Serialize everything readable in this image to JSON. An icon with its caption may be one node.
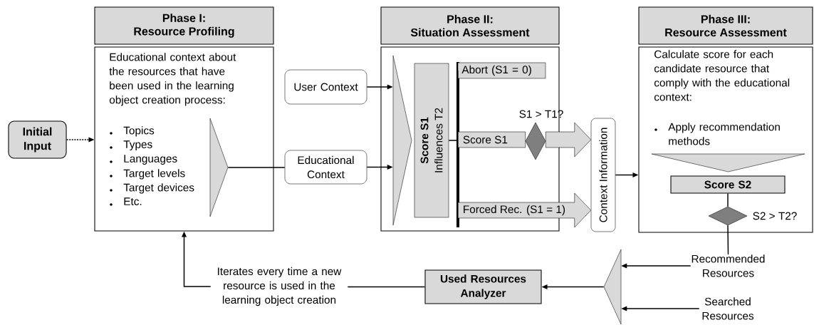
{
  "diagram": {
    "nodes": [
      {
        "text": [
          "Initial Input"
        ]
      },
      {
        "text": [
          "Phase I:",
          "Resource Profiling"
        ]
      },
      {
        "text": [
          "Educational context about the resources that have been used in the learning object creation process:",
          "Topics",
          "Types",
          "Languages",
          "Target levels",
          "Target devices",
          "Etc."
        ]
      },
      {
        "text": [],
        "shape": "triangle",
        "in": 2
      },
      {
        "text": [
          "Phase II:",
          "Situation Assessment"
        ]
      },
      {
        "text": [],
        "shape": "box"
      },
      {
        "text": [
          "User Context"
        ]
      },
      {
        "text": [
          "Educational Context"
        ]
      },
      {
        "text": [],
        "shape": "triangle",
        "in": 5
      },
      {
        "text": [
          "Score S1",
          "Influences T2"
        ],
        "in": 5
      },
      {
        "text": [
          "Abort (S1 = 0)"
        ],
        "in": 5
      },
      {
        "text": [],
        "shape": "diamond",
        "beside": [
          "S1 > T1?"
        ],
        "in": 5
      },
      {
        "text": [
          "Context Information"
        ]
      },
      {
        "text": [
          "Phase III:",
          "Resource Assessment"
        ]
      },
      {
        "text": [
          "Calculate score for each candidate resource that comply with the educational context:",
          "Apply recommendation methods"
        ]
      },
      {
        "text": [],
        "shape": "triangle",
        "in": 14
      },
      {
        "text": [
          "Score S2"
        ],
        "in": 14
      },
      {
        "text": [],
        "shape": "diamond",
        "beside": [
          "S2 > T2?"
        ],
        "in": 14
      },
      {
        "text": [
          "Recommended Resources"
        ]
      },
      {
        "text": [
          "Searched Resources"
        ]
      },
      {
        "text": [],
        "shape": "triangle"
      },
      {
        "text": [
          "Used Resources Analyzer"
        ]
      },
      {
        "text": [
          "Iterates every time a new resource is used in the learning object creation"
        ]
      }
    ],
    "edges": [
      {
        "from": 0,
        "to": 2,
        "arrow": "to",
        "style": "dashed"
      },
      {
        "from": 3,
        "to": 7,
        "arrow": "none"
      },
      {
        "from": 6,
        "to": 8,
        "arrow": "to"
      },
      {
        "from": 7,
        "to": 8,
        "arrow": "to"
      },
      {
        "from": 9,
        "to": 10,
        "arrow": "none"
      },
      {
        "from": 9,
        "to": 11,
        "arrow": "none",
        "style": "thick",
        "label": "Score S1"
      },
      {
        "from": 11,
        "to": 12,
        "arrow": "to",
        "style": "thick"
      },
      {
        "from": 9,
        "to": 12,
        "arrow": "to",
        "style": "thick",
        "label": "Forced Rec. (S1 = 1)"
      },
      {
        "from": 12,
        "to": 14,
        "arrow": "to"
      },
      {
        "from": 16,
        "to": 17,
        "arrow": "none"
      },
      {
        "from": 17,
        "to": 18,
        "arrow": "none"
      },
      {
        "from": 18,
        "to": 20,
        "arrow": "to"
      },
      {
        "from": 19,
        "to": 20,
        "arrow": "to"
      },
      {
        "from": 20,
        "to": 21,
        "arrow": "to"
      },
      {
        "from": 21,
        "to": 22,
        "arrow": "none"
      },
      {
        "from": 22,
        "to": 2,
        "arrow": "to"
      }
    ]
  }
}
